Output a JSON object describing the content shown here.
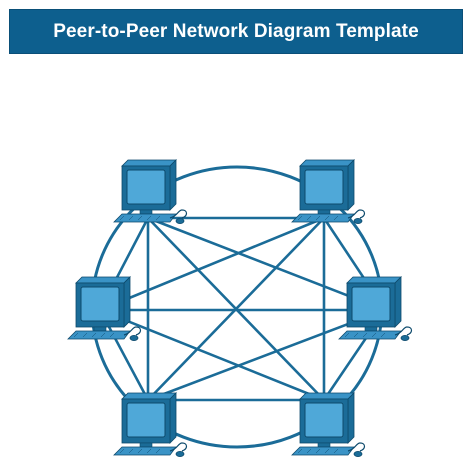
{
  "title": "Peer-to-Peer Network Diagram Template",
  "colors": {
    "title_bar": "#0d5f8e",
    "title_text": "#ffffff",
    "network_line": "#1b6c98",
    "computer_dark": "#1b6c98",
    "computer_light": "#3a93c6",
    "screen_highlight": "#4fa8d8",
    "computer_outline": "#0d4a6c"
  },
  "nodes": [
    {
      "id": "pc-1",
      "icon": "desktop-computer-icon"
    },
    {
      "id": "pc-2",
      "icon": "desktop-computer-icon"
    },
    {
      "id": "pc-3",
      "icon": "desktop-computer-icon"
    },
    {
      "id": "pc-4",
      "icon": "desktop-computer-icon"
    },
    {
      "id": "pc-5",
      "icon": "desktop-computer-icon"
    },
    {
      "id": "pc-6",
      "icon": "desktop-computer-icon"
    }
  ],
  "links": [
    [
      "pc-1",
      "pc-2"
    ],
    [
      "pc-2",
      "pc-3"
    ],
    [
      "pc-3",
      "pc-4"
    ],
    [
      "pc-4",
      "pc-5"
    ],
    [
      "pc-5",
      "pc-6"
    ],
    [
      "pc-6",
      "pc-1"
    ],
    [
      "pc-1",
      "pc-3"
    ],
    [
      "pc-1",
      "pc-4"
    ],
    [
      "pc-1",
      "pc-5"
    ],
    [
      "pc-2",
      "pc-4"
    ],
    [
      "pc-2",
      "pc-5"
    ],
    [
      "pc-2",
      "pc-6"
    ],
    [
      "pc-3",
      "pc-5"
    ],
    [
      "pc-3",
      "pc-6"
    ],
    [
      "pc-4",
      "pc-6"
    ]
  ],
  "ring": true
}
